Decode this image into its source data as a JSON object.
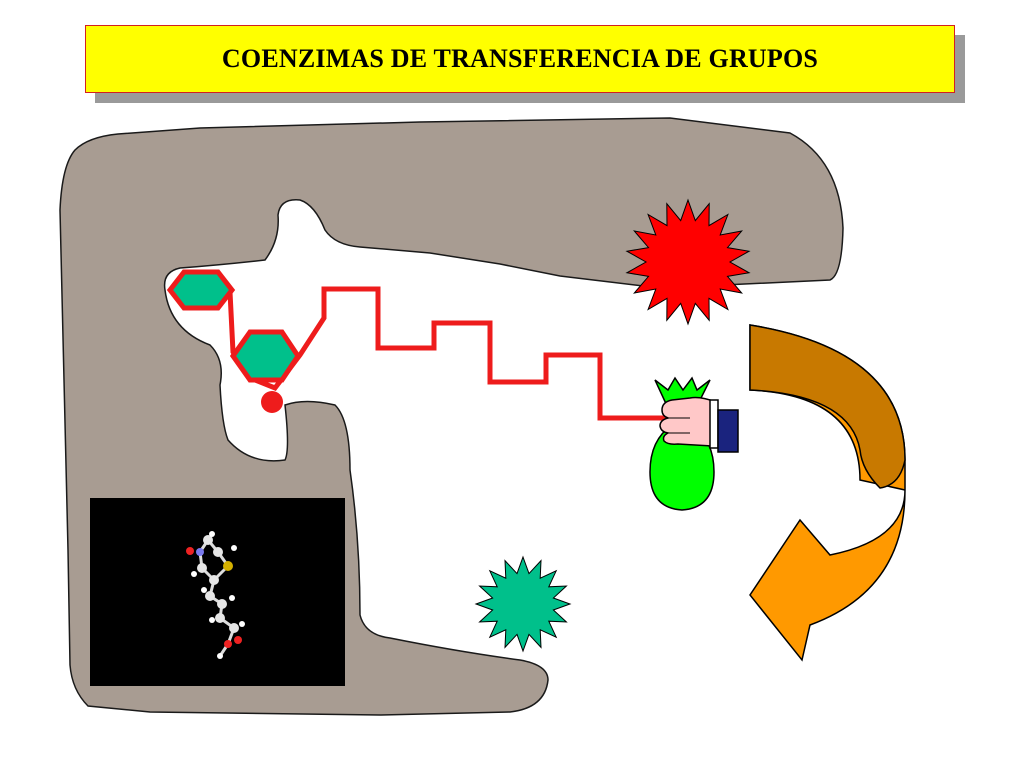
{
  "title": "COENZIMAS DE TRANSFERENCIA DE GRUPOS",
  "colors": {
    "title_bg": "#ffff00",
    "title_border": "#d22020",
    "enzyme_texture": "#8a7d74",
    "chain": "#ee1c1c",
    "hexagon": "#00c08b",
    "red_star": "#ff0000",
    "green_star": "#00c08b",
    "bag": "#00ff00",
    "arrow_top": "#c87900",
    "arrow_bottom": "#ff9900",
    "molecule_panel": "#000000"
  },
  "icons": [
    "enzyme-shape",
    "coenzyme-chain",
    "hexagon-ring",
    "red-star-substrate",
    "green-star-product",
    "hand-with-bag",
    "curved-arrow",
    "molecule-3d-model"
  ]
}
